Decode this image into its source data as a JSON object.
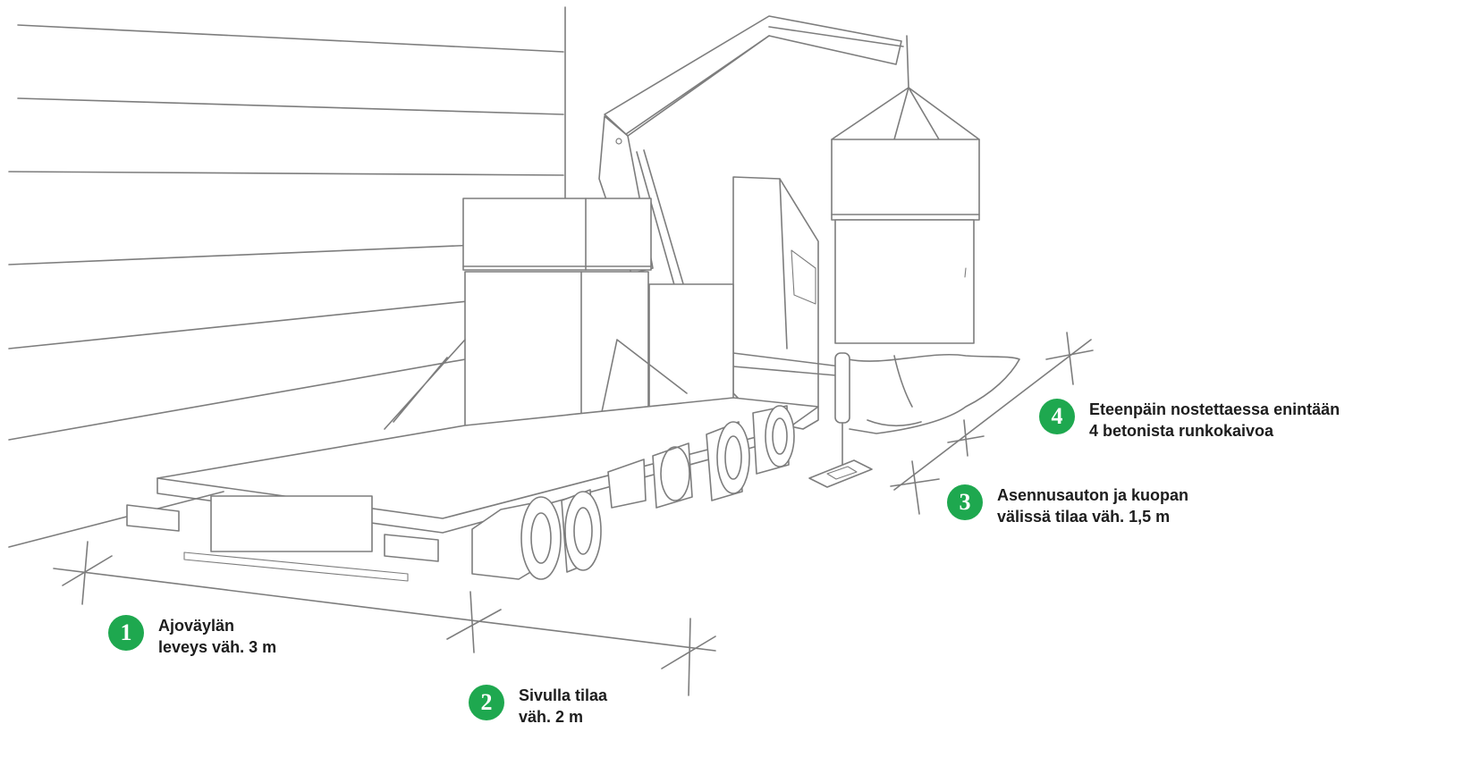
{
  "callouts": [
    {
      "number": "1",
      "lines": [
        "Ajoväylän",
        "leveys väh. 3 m"
      ]
    },
    {
      "number": "2",
      "lines": [
        "Sivulla tilaa",
        "väh. 2 m"
      ]
    },
    {
      "number": "3",
      "lines": [
        "Asennusauton ja kuopan",
        "välissä tilaa väh. 1,5 m"
      ]
    },
    {
      "number": "4",
      "lines": [
        "Eteenpäin nostettaessa enintään",
        "4 betonista runkokaivoa"
      ]
    }
  ],
  "colors": {
    "badge": "#1ea84f",
    "line_art": "#7d7d7d",
    "text": "#1d1d1d"
  },
  "icons": [
    "crane-truck-illustration",
    "manhole-ring-stack",
    "excavation-pit",
    "dimension-marks"
  ]
}
